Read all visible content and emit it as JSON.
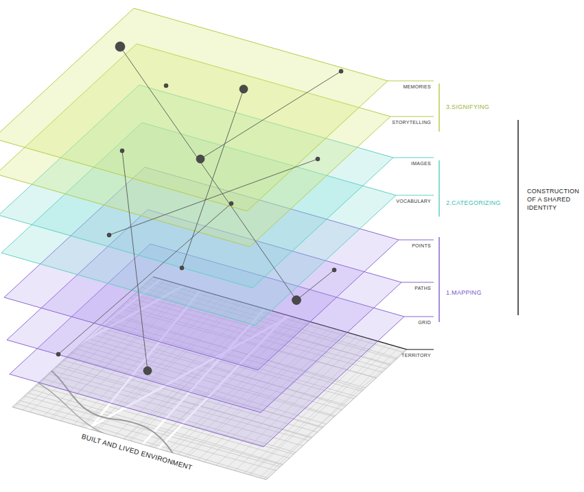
{
  "diagram": {
    "labels": [
      "MEMORIES",
      "STORYTELLING",
      "3.SIGNIFYING",
      "IMAGES",
      "VOCABULARY",
      "2.CATEGORIZING",
      "POINTS",
      "PATHS",
      "1.MAPPING",
      "GRID",
      "TERRITORY",
      "CONSTRUCTION OF A SHARED IDENTITY",
      "BUILT AND LIVED ENVIRONMENT"
    ]
  }
}
